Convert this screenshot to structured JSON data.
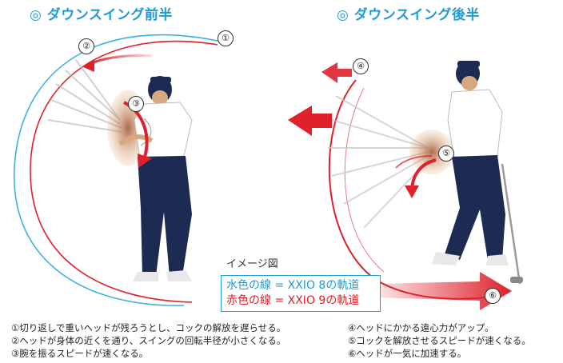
{
  "titles": {
    "left": "◎ ダウンスイング前半",
    "right": "◎ ダウンスイング後半"
  },
  "markers": [
    "①",
    "②",
    "③",
    "④",
    "⑤",
    "⑥"
  ],
  "caption": "イメージ図",
  "legend": {
    "blue": "水色の線 = XXIO 8の軌道",
    "red": "赤色の線 = XXIO 9の軌道"
  },
  "notes_left": [
    "①切り返しで重いヘッドが残ろうとし、コックの解放を遅らせる。",
    "②ヘッドが身体の近くを通り、スイングの回転半径が小さくなる。",
    "③腕を振るスピードが速くなる。"
  ],
  "notes_right": [
    "④ヘッドにかかる遠心力がアップ。",
    "⑤コックを解放させるスピードが速くなる。",
    "⑥ヘッドが一気に加速する。"
  ],
  "colors": {
    "title": "#1e9ad6",
    "blue_line": "#3cb0e6",
    "red_line": "#e0202a",
    "shirt": "#ffffff",
    "pants": "#1d2a52"
  }
}
